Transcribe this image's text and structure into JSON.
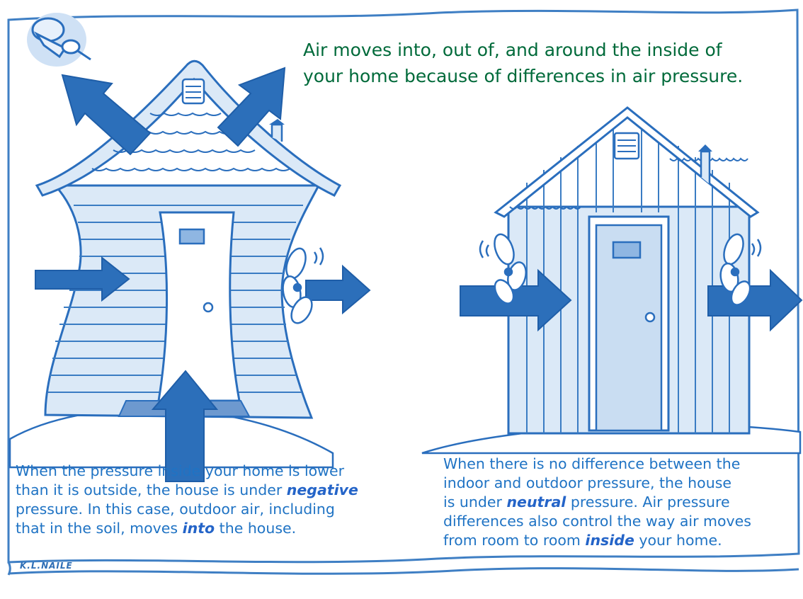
{
  "title": {
    "line1": "Air moves into, out of, and around the inside of",
    "line2": "your home because of differences in air pressure."
  },
  "caption_left": {
    "line1": "When the pressure inside your home is lower",
    "line2_a": "than it is outside, the house is under ",
    "line2_em": "negative",
    "line3": "pressure. In this case, outdoor air, including",
    "line4_a": "that in the soil, moves ",
    "line4_em": "into",
    "line4_b": " the house."
  },
  "caption_right": {
    "line1": "When there is no difference between the",
    "line2": "indoor and outdoor pressure, the house",
    "line3_a": "is under ",
    "line3_em": "neutral",
    "line3_b": " pressure. Air pressure",
    "line4": "differences also control the way air moves",
    "line5_a": "from room to room ",
    "line5_em": "inside",
    "line5_b": " your home."
  },
  "signature": "K.L.NAILE",
  "colors": {
    "outline": "#2a6ebd",
    "arrow": "#2c6fba",
    "wash": "#dbe9f7",
    "title": "#006a3a",
    "caption": "#1f73c4"
  },
  "icons": [
    "push-pin-icon",
    "fan-icon",
    "arrow-icon"
  ]
}
